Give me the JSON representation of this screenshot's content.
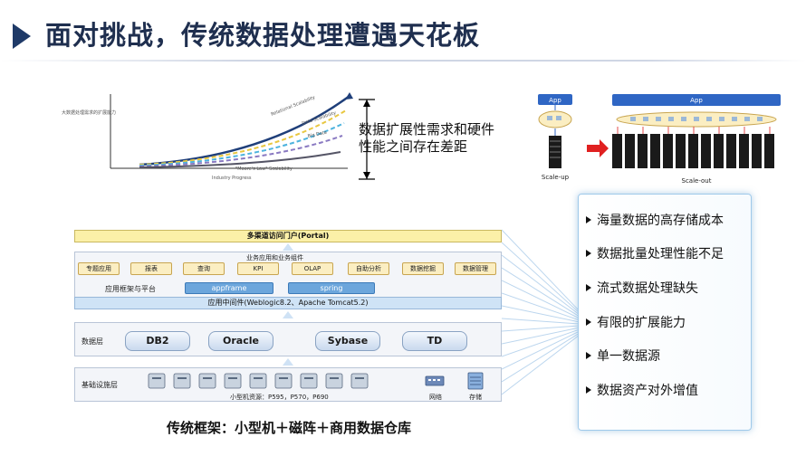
{
  "title": "面对挑战，传统数据处理遭遇天花板",
  "chart": {
    "ylabel": "大数据处理需求的扩展能力",
    "xlabel": "Industry Progress",
    "series_labels": [
      "Relational Scalability",
      "Data Scalability",
      "Big Data",
      "\"Moore's Law\" Scalability"
    ]
  },
  "gap_text": [
    "数据扩展性需求和硬件",
    "性能之间存在差距"
  ],
  "scale": {
    "app_label": "App",
    "scale_up_label": "Scale-up",
    "scale_out_label": "Scale-out"
  },
  "architecture": {
    "portal": "多渠道访问门户(Portal)",
    "app_layer_title": "业务应用和业务组件",
    "apps": [
      "专题应用",
      "报表",
      "查询",
      "KPI",
      "OLAP",
      "自助分析",
      "数据挖掘",
      "数据管理"
    ],
    "framework_label": "应用框架与平台",
    "frameworks": [
      "appframe",
      "spring"
    ],
    "middleware": "应用中间件(Weblogic8.2、Apache Tomcat5.2)",
    "db_layer_label": "数据层",
    "databases": [
      "DB2",
      "Oracle",
      "Sybase",
      "TD"
    ],
    "infra_label": "基础设施层",
    "minicomputers": "小型机资源：P595，P570，P690",
    "network": "网络",
    "storage": "存储"
  },
  "caption": "传统框架：小型机＋磁阵＋商用数据仓库",
  "problems": [
    "海量数据的高存储成本",
    "数据批量处理性能不足",
    "流式数据处理缺失",
    "有限的扩展能力",
    "单一数据源",
    "数据资产对外增值"
  ],
  "colors": {
    "title": "#1f2f4f",
    "accent": "#1f3a68",
    "card_border": "#9ec9ea",
    "app_blue": "#2f66c4",
    "arrow_red": "#e02020"
  }
}
